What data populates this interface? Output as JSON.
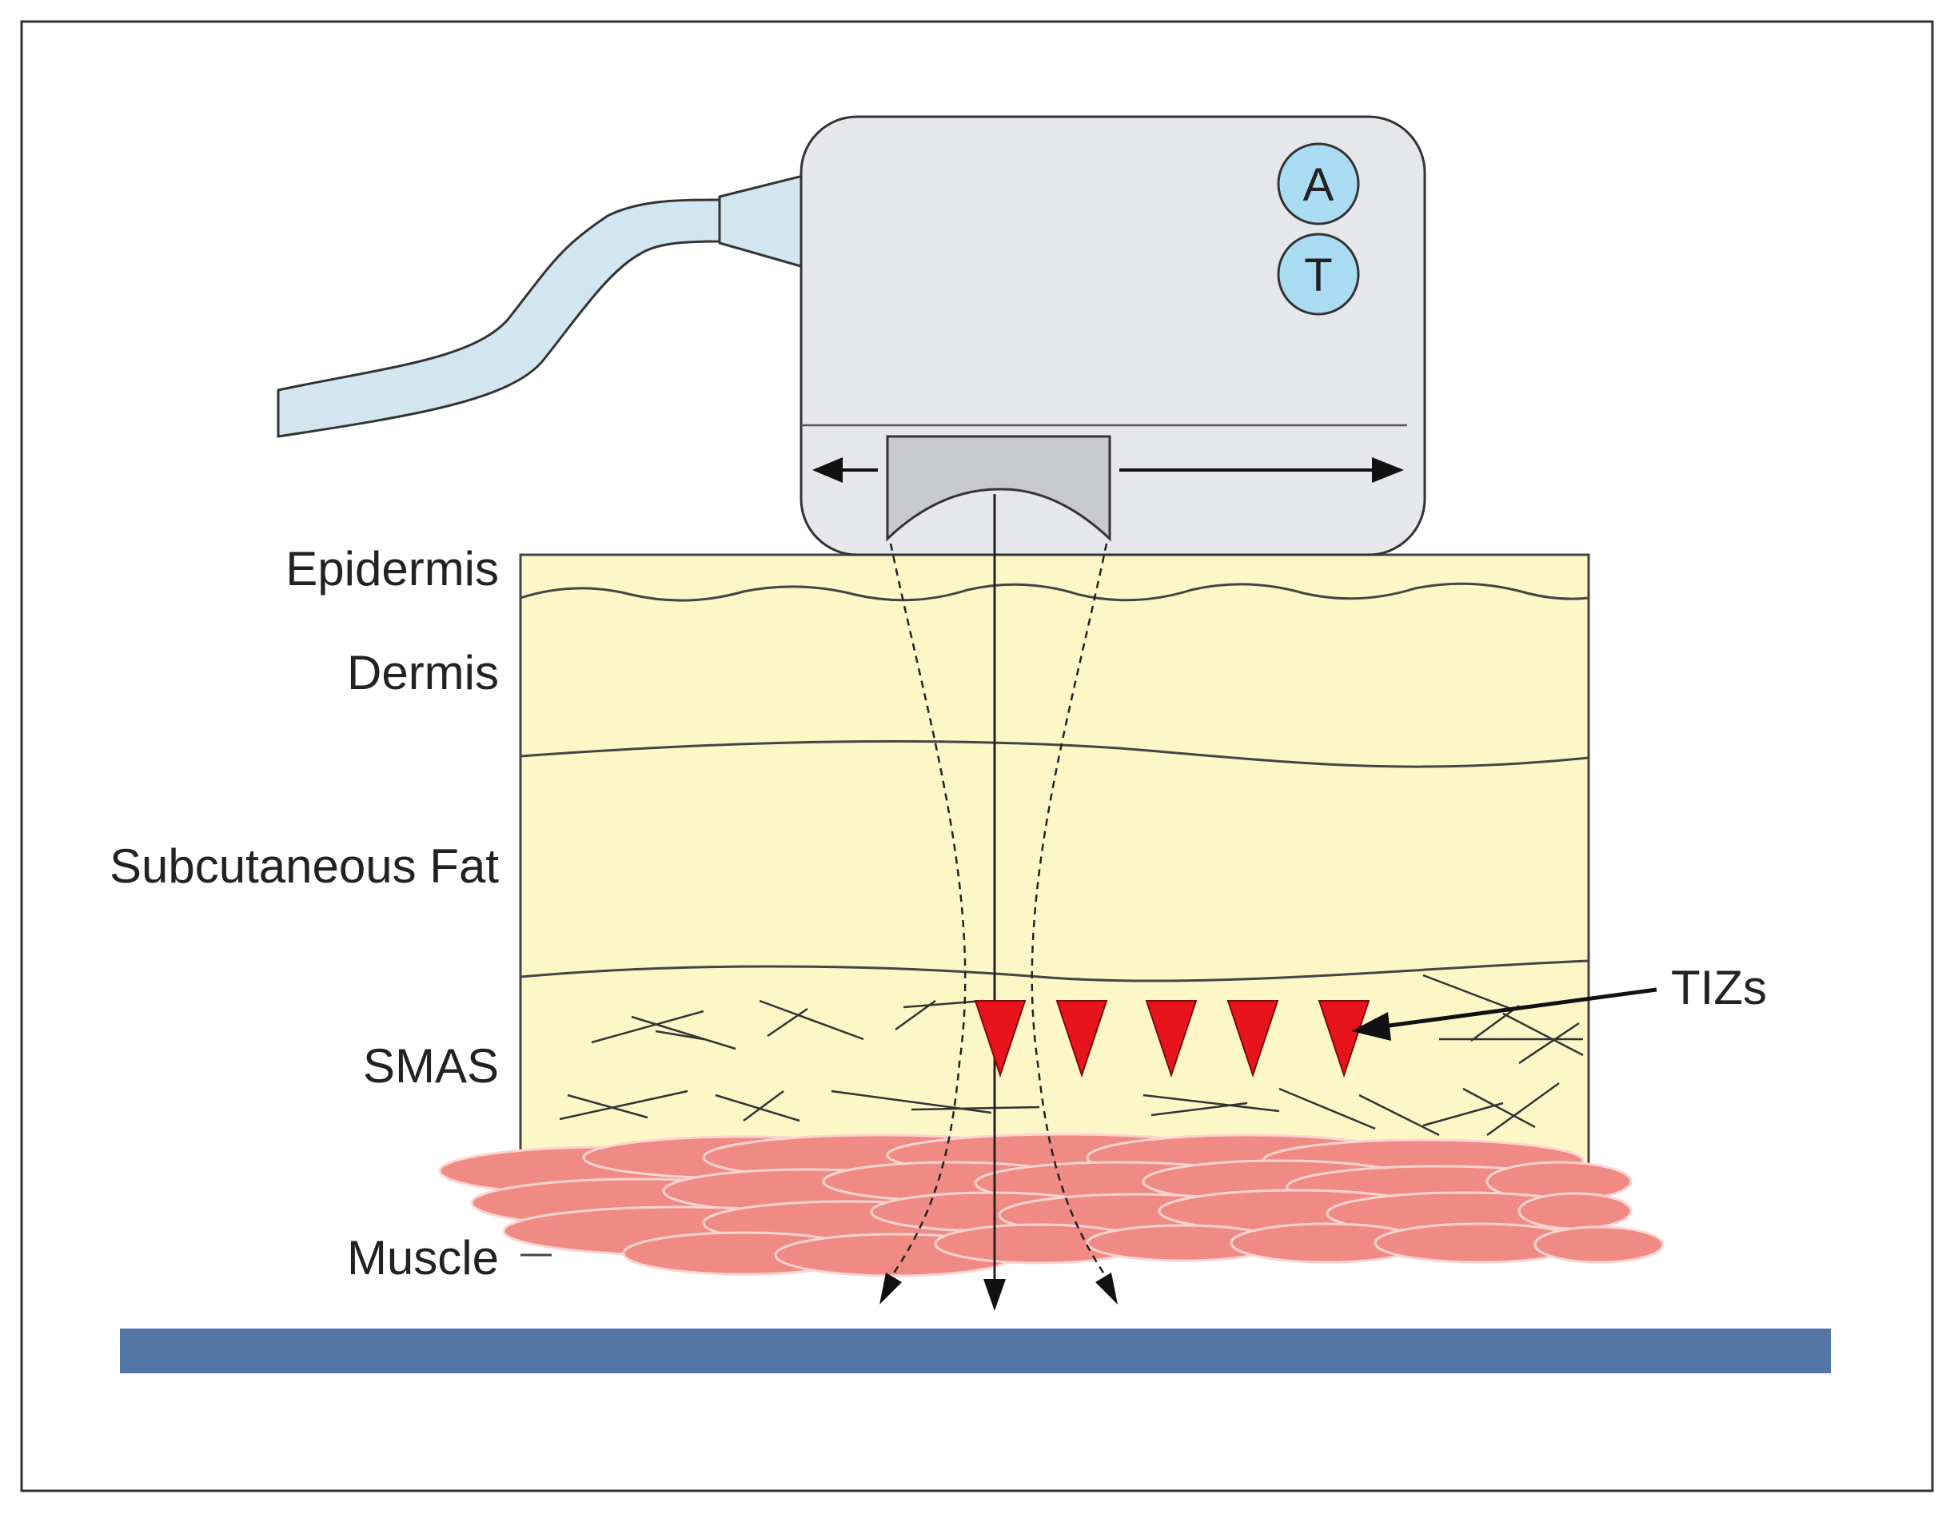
{
  "layers": {
    "epidermis": "Epidermis",
    "dermis": "Dermis",
    "fat": "Subcutaneous Fat",
    "smas": "SMAS",
    "muscle": "Muscle"
  },
  "device": {
    "button_a": "A",
    "button_t": "T"
  },
  "annotation": {
    "tiz_label": "TIZs",
    "tiz_count": 5
  },
  "colors": {
    "skin": "#fdf6c7",
    "device_body": "#e6e7ea",
    "transducer": "#c8c9cc",
    "cable": "#d2e6f1",
    "button": "#a9dcf3",
    "tiz": "#e8141c",
    "muscle": "#f08a84",
    "base_bar": "#5476a7"
  }
}
